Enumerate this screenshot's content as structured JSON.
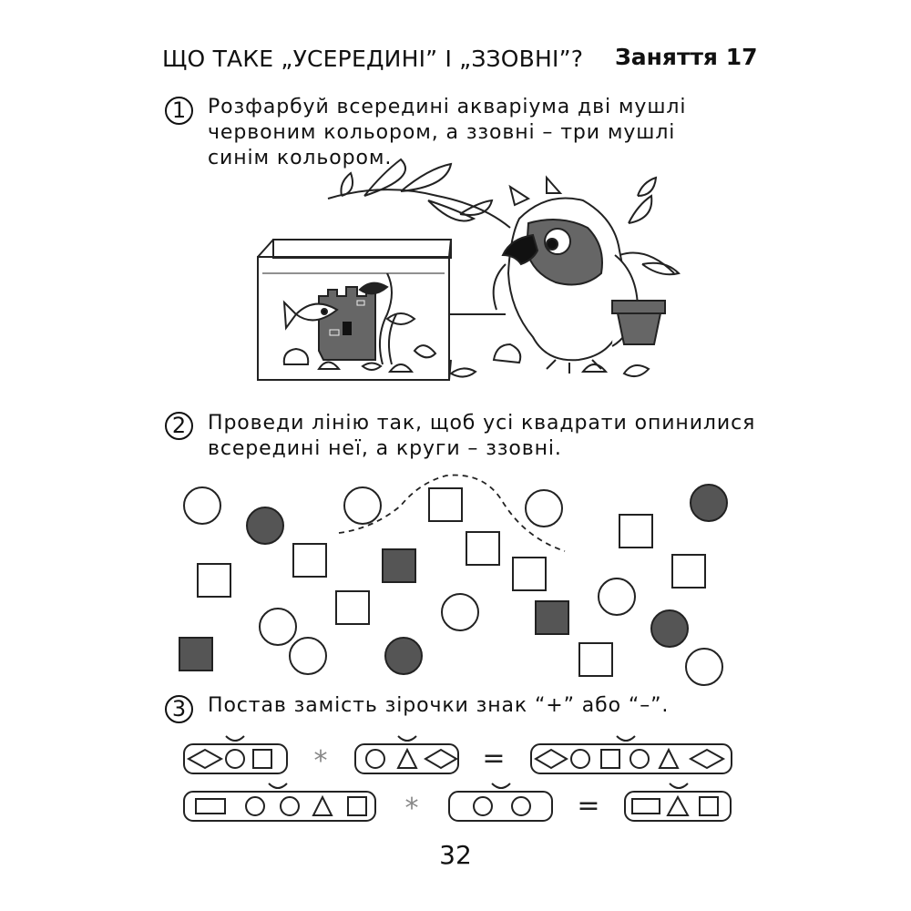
{
  "header": {
    "title": "ЩО ТАКЕ „УСЕРЕДИНІ” І „ЗЗОВНІ”?",
    "lesson": "Заняття 17"
  },
  "tasks": [
    {
      "number": "1",
      "lines": [
        "Розфарбуй всередині акваріума дві мушлі",
        "червоним кольором, а ззовні – три мушлі",
        "синім кольором."
      ]
    },
    {
      "number": "2",
      "lines": [
        "Проведи лінію так, щоб усі квадрати опинилися",
        "всередині неї, а круги – ззовні."
      ]
    },
    {
      "number": "3",
      "lines": [
        "Постав замість зірочки знак “+” або “–”."
      ]
    }
  ],
  "equations": {
    "star": "*",
    "equals": "=",
    "row1": {
      "left": [
        "rhombus",
        "circle",
        "square"
      ],
      "middle": [
        "circle",
        "triangle",
        "rhombus"
      ],
      "result": [
        "rhombus",
        "circle",
        "square",
        "circle",
        "triangle",
        "rhombus"
      ]
    },
    "row2": {
      "left": [
        "rectangle",
        "circle",
        "circle",
        "triangle",
        "square"
      ],
      "middle": [
        "circle",
        "circle"
      ],
      "result": [
        "rectangle",
        "triangle",
        "square"
      ]
    }
  },
  "colors": {
    "text": "#111111",
    "shape_fill_dark": "#555555",
    "star": "#888888",
    "line": "#222222"
  },
  "page_number": "32"
}
